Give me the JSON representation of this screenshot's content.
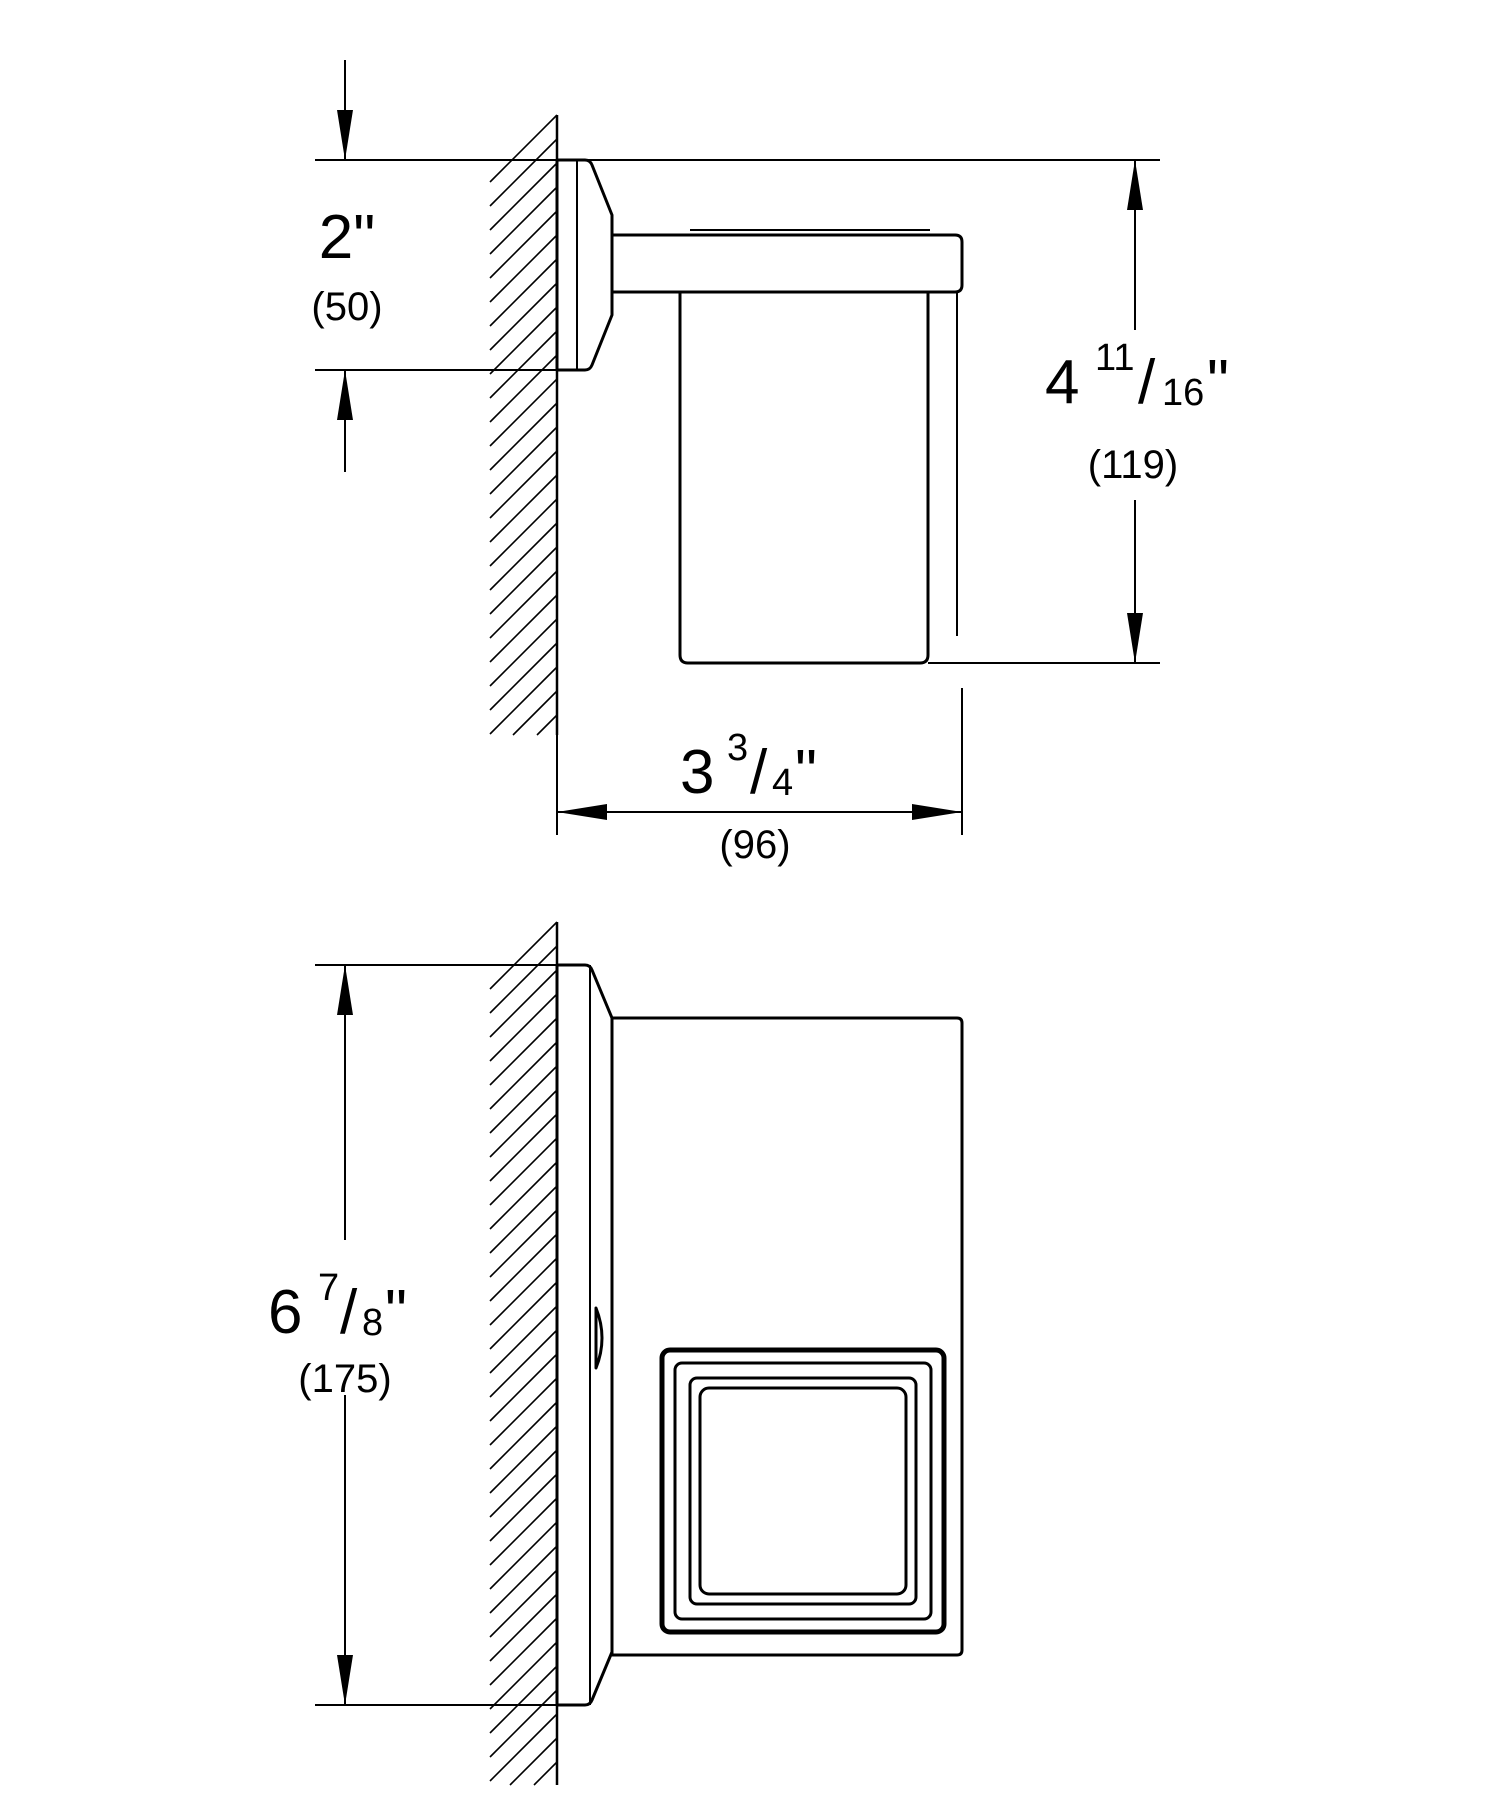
{
  "dimensions": {
    "depth_mount": {
      "whole": "2\"",
      "mm": "(50)"
    },
    "height_top": {
      "whole": "4",
      "numerator": "11",
      "slash": "/",
      "denominator": "16",
      "unit": "\"",
      "mm": "(119)"
    },
    "width": {
      "whole": "3",
      "numerator": "3",
      "slash": "/",
      "denominator": "4",
      "unit": "\"",
      "mm": "(96)"
    },
    "height_side": {
      "whole": "6",
      "numerator": "7",
      "slash": "/",
      "denominator": "8",
      "unit": "\"",
      "mm": "(175)"
    }
  },
  "colors": {
    "line": "#000000",
    "background": "#ffffff"
  }
}
